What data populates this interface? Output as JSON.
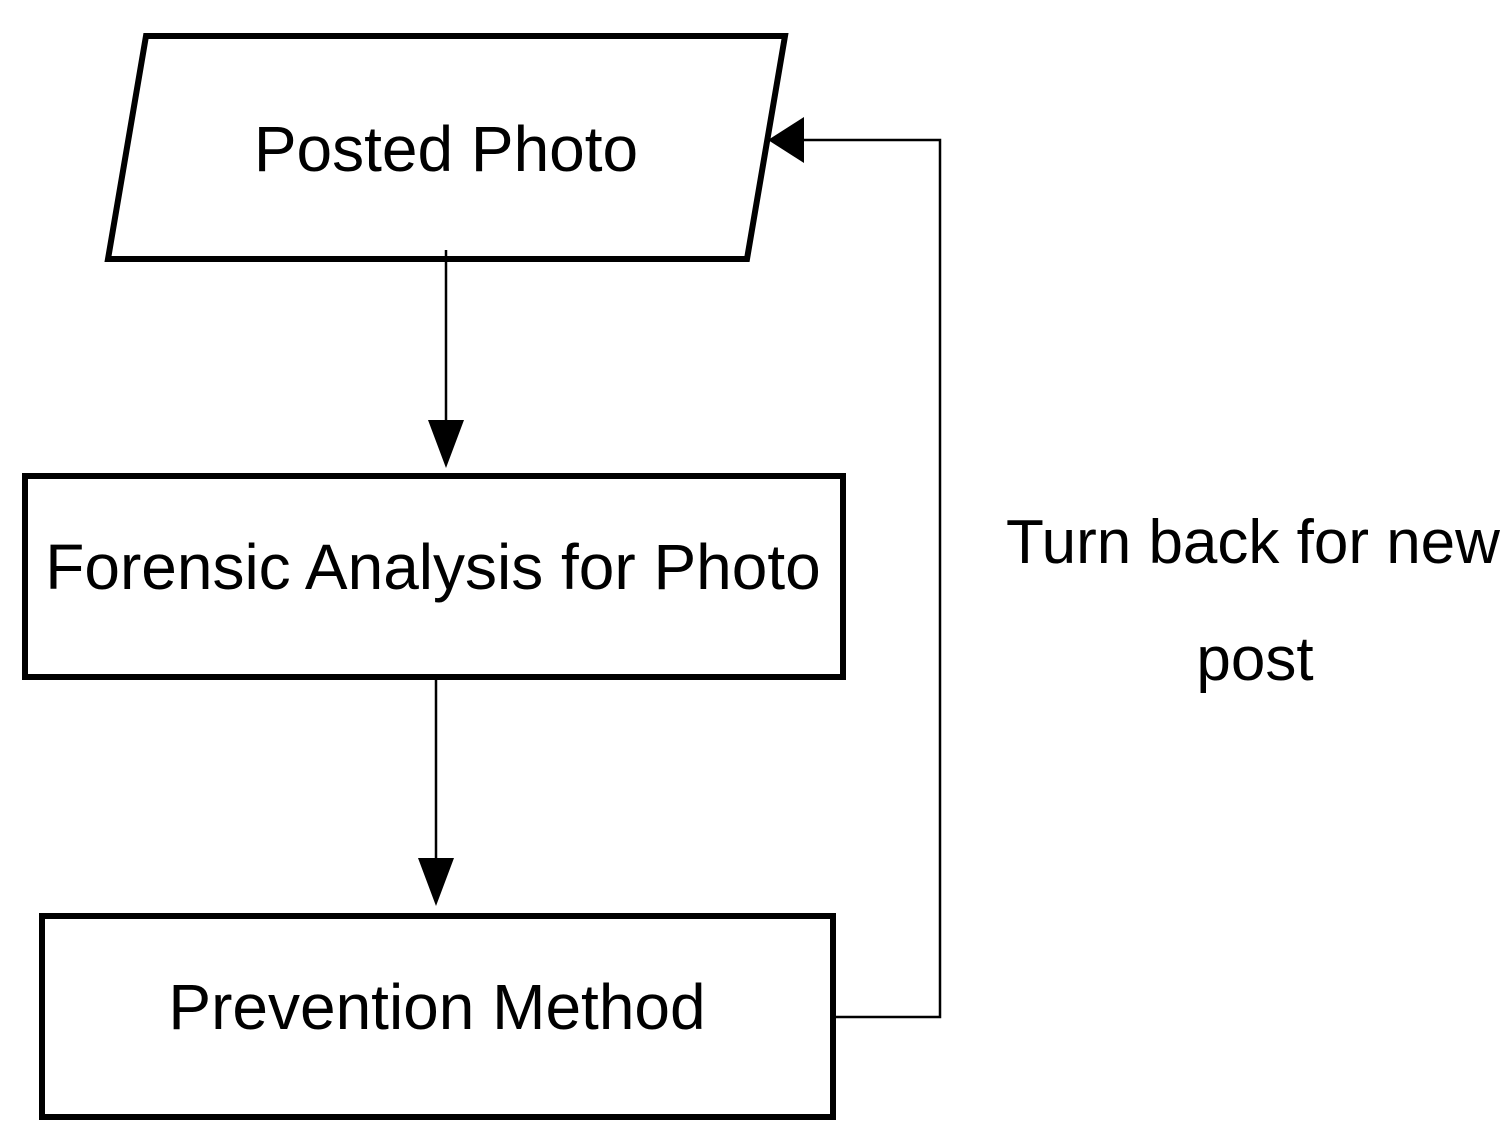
{
  "nodes": {
    "posted_photo": {
      "label": "Posted Photo",
      "shape": "parallelogram"
    },
    "forensic_analysis": {
      "label": "Forensic Analysis for Photo",
      "shape": "rectangle"
    },
    "prevention_method": {
      "label": "Prevention Method",
      "shape": "rectangle"
    }
  },
  "edges": [
    {
      "from": "posted_photo",
      "to": "forensic_analysis"
    },
    {
      "from": "forensic_analysis",
      "to": "prevention_method"
    },
    {
      "from": "prevention_method",
      "to": "posted_photo",
      "label_line1": "Turn back for new",
      "label_line2": "post"
    }
  ],
  "colors": {
    "stroke": "#000000",
    "fill": "#ffffff",
    "text": "#000000"
  }
}
